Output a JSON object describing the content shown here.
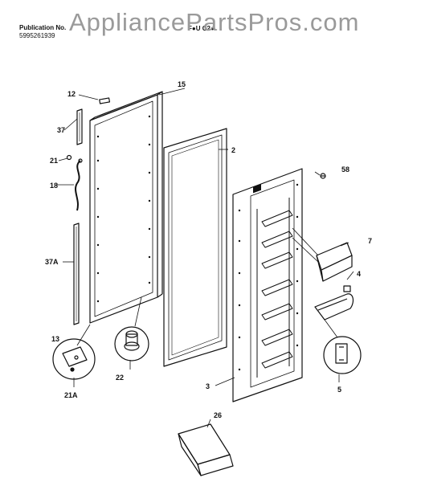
{
  "header": {
    "publication_label": "Publication No.",
    "publication_number": "5995261939",
    "model": "F●U C2●"
  },
  "watermark": "AppliancePartsPros.com",
  "callouts": [
    {
      "id": "12",
      "text": "12"
    },
    {
      "id": "15",
      "text": "15"
    },
    {
      "id": "37",
      "text": "37"
    },
    {
      "id": "21",
      "text": "21"
    },
    {
      "id": "18",
      "text": "18"
    },
    {
      "id": "37A",
      "text": "37A"
    },
    {
      "id": "13",
      "text": "13"
    },
    {
      "id": "21A",
      "text": "21A"
    },
    {
      "id": "22",
      "text": "22"
    },
    {
      "id": "2",
      "text": "2"
    },
    {
      "id": "3",
      "text": "3"
    },
    {
      "id": "58",
      "text": "58"
    },
    {
      "id": "7",
      "text": "7"
    },
    {
      "id": "4",
      "text": "4"
    },
    {
      "id": "5",
      "text": "5"
    },
    {
      "id": "26",
      "text": "26"
    }
  ]
}
